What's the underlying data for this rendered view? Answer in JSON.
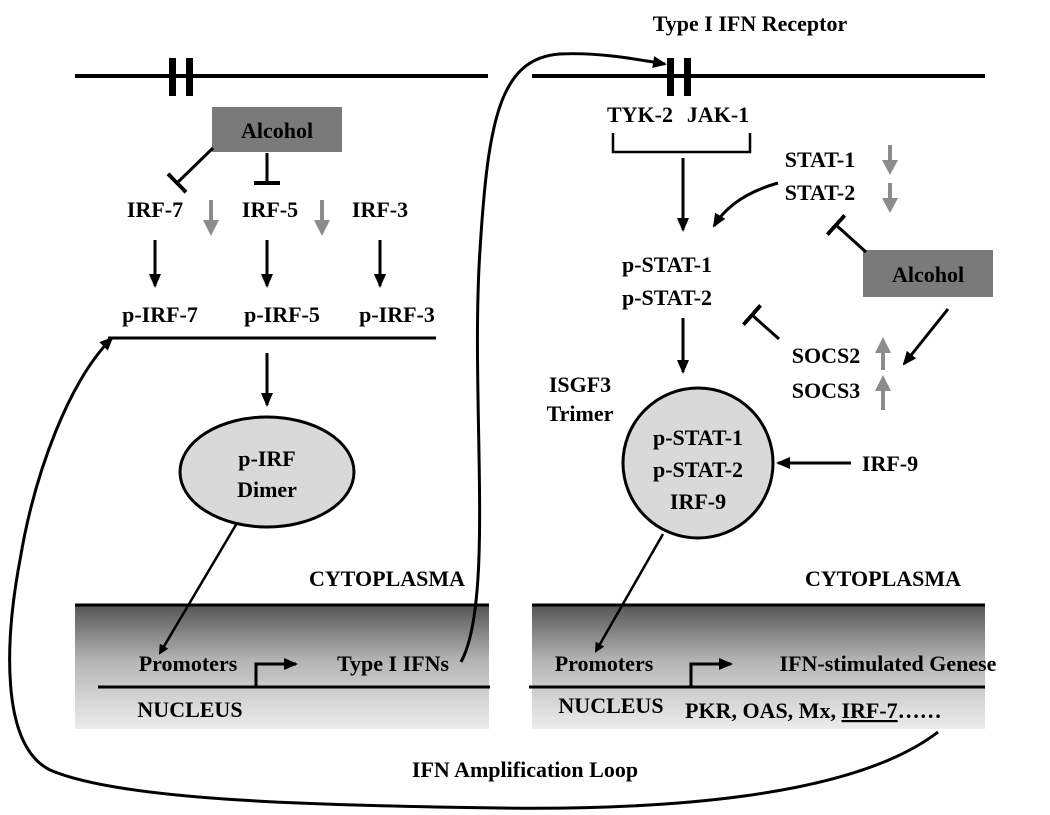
{
  "header": {
    "receptor_title": "Type I IFN Receptor"
  },
  "left_panel": {
    "inhibitor": "Alcohol",
    "factors": [
      "IRF-7",
      "IRF-5",
      "IRF-3"
    ],
    "phospho_factors": [
      "p-IRF-7",
      "p-IRF-5",
      "p-IRF-3"
    ],
    "dimer_line1": "p-IRF",
    "dimer_line2": "Dimer",
    "cytoplasm_label": "CYTOPLASMA",
    "promoters_label": "Promoters",
    "gene_label": "Type I IFNs",
    "nucleus_label": "NUCLEUS"
  },
  "right_panel": {
    "kinases": [
      "TYK-2",
      "JAK-1"
    ],
    "stats": [
      "STAT-1",
      "STAT-2"
    ],
    "inhibitor": "Alcohol",
    "phospho_stats": [
      "p-STAT-1",
      "p-STAT-2"
    ],
    "socs": [
      "SOCS2",
      "SOCS3"
    ],
    "complex_label_line1": "ISGF3",
    "complex_label_line2": "Trimer",
    "complex_members": [
      "p-STAT-1",
      "p-STAT-2",
      "IRF-9"
    ],
    "irf9_label": "IRF-9",
    "cytoplasm_label": "CYTOPLASMA",
    "promoters_label": "Promoters",
    "gene_label": "IFN-stimulated Genese",
    "nucleus_label": "NUCLEUS",
    "isg_list_prefix": "PKR, OAS, Mx, ",
    "isg_list_underlined": "IRF-7",
    "isg_list_suffix": "……"
  },
  "loop_label": "IFN Amplification Loop",
  "colors": {
    "line": "#000000",
    "alcohol_box": "#7a7a7a",
    "change_arrow": "#8c8c8c",
    "ellipse_fill": "#d9d9d9",
    "nucleus_top": "#555555",
    "nucleus_bottom": "#e6e6e6"
  }
}
